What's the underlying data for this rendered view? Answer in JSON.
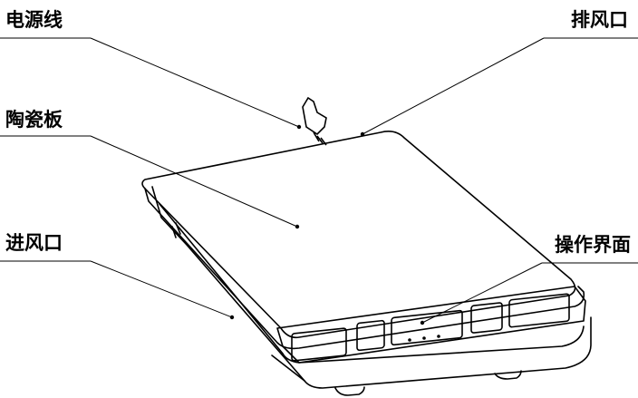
{
  "labels": {
    "power_cord": "电源线",
    "exhaust_vent": "排风口",
    "ceramic_plate": "陶瓷板",
    "intake_vent": "进风口",
    "control_panel": "操作界面"
  },
  "colors": {
    "line": "#000000",
    "background": "#ffffff"
  }
}
